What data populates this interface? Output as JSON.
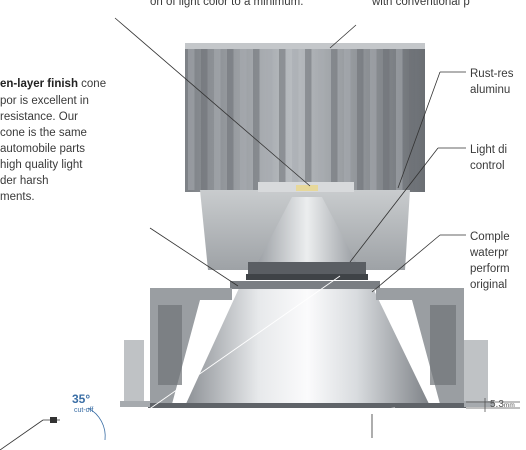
{
  "top_left_text": "on of light color to a minimum.",
  "top_right_text": "with conventional p",
  "left_callout": {
    "line1_bold": "en-layer finish",
    "line1_rest": " cone",
    "lines": [
      "por is excellent in",
      "resistance. Our",
      "cone is the same",
      "automobile parts",
      "high quality light",
      "der harsh",
      "ments."
    ]
  },
  "right_callouts": [
    {
      "lines": [
        "Rust-res",
        "aluminu"
      ]
    },
    {
      "lines": [
        "Light di",
        "control"
      ]
    },
    {
      "lines": [
        "Comple",
        "waterpr",
        "perform",
        "original"
      ]
    }
  ],
  "angle": {
    "value": "35°",
    "caption": "cut-off"
  },
  "dimension": {
    "value": "5.3",
    "unit": "mm"
  },
  "colors": {
    "fin_light": "#a8acb0",
    "fin_dark": "#6d7176",
    "cone_light": "#f2f3f4",
    "cone_dark": "#8a8e93",
    "angle_blue": "#3a6ea5"
  }
}
